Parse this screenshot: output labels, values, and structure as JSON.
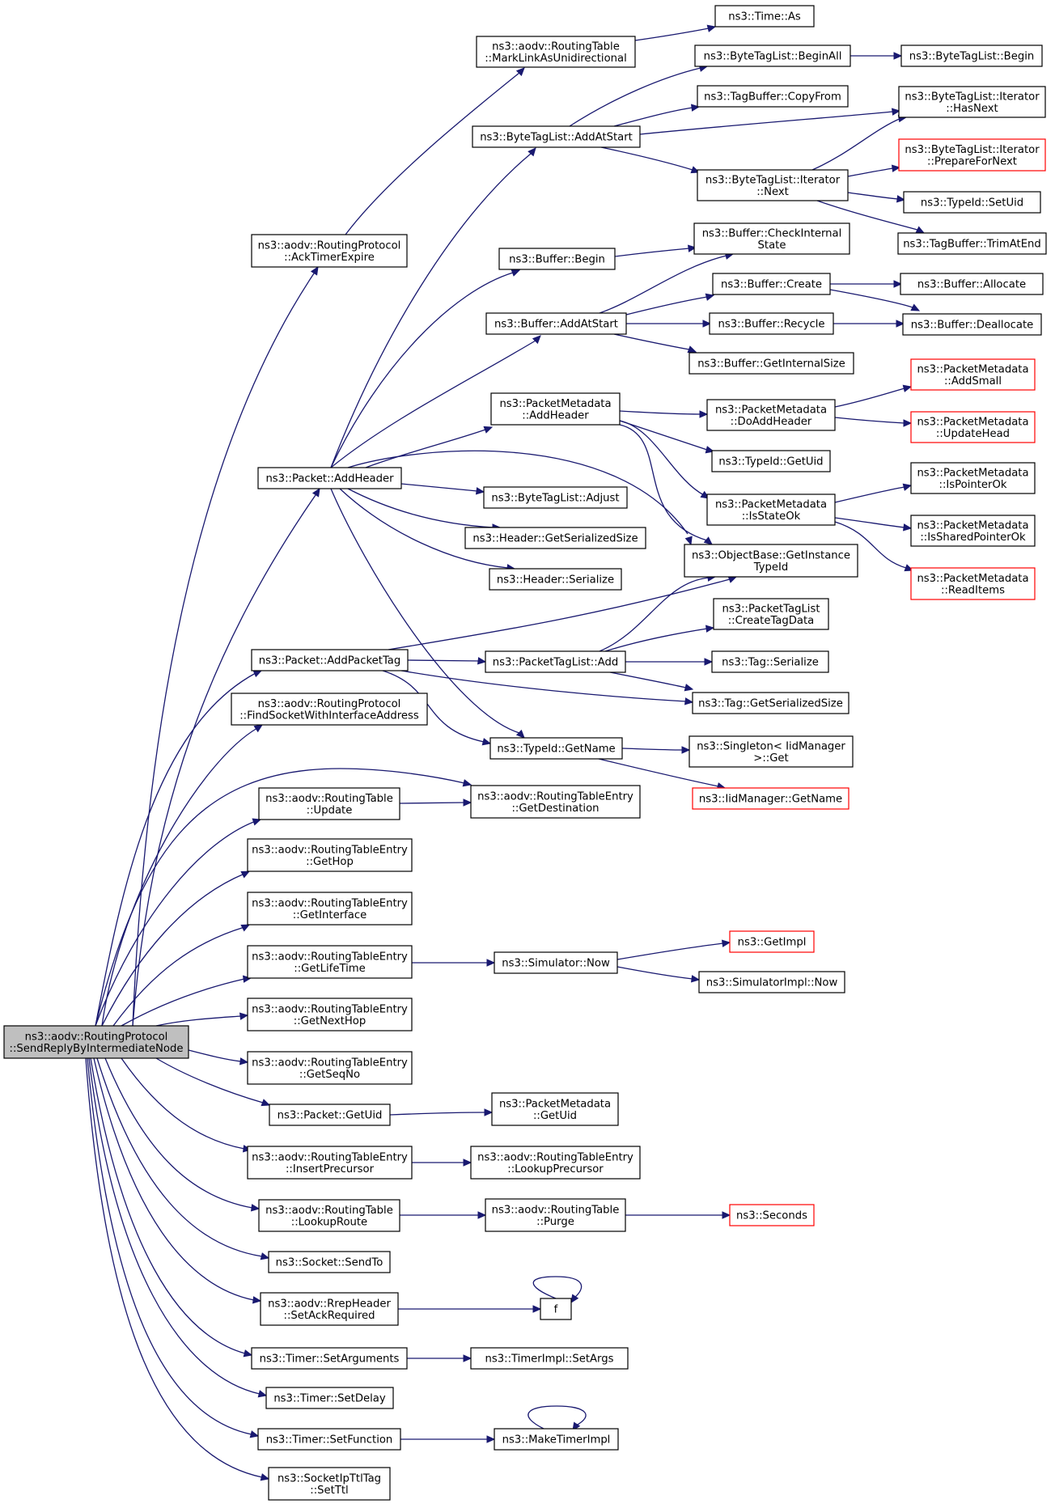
{
  "colors": {
    "edge": "#191970",
    "root_fill": "#bfbfbf",
    "node_border": "#000000",
    "external_border": "#ff0000"
  },
  "nodes": {
    "root": [
      "ns3::aodv::RoutingProtocol",
      "::SendReplyByIntermediateNode"
    ],
    "ackTimerExpire": [
      "ns3::aodv::RoutingProtocol",
      "::AckTimerExpire"
    ],
    "markLink": [
      "ns3::aodv::RoutingTable",
      "::MarkLinkAsUnidirectional"
    ],
    "timeAs": [
      "ns3::Time::As"
    ],
    "btlAddAtStart": [
      "ns3::ByteTagList::AddAtStart"
    ],
    "btlBeginAll": [
      "ns3::ByteTagList::BeginAll"
    ],
    "btlBegin": [
      "ns3::ByteTagList::Begin"
    ],
    "tbCopyFrom": [
      "ns3::TagBuffer::CopyFrom"
    ],
    "btliHasNext": [
      "ns3::ByteTagList::Iterator",
      "::HasNext"
    ],
    "btliNext": [
      "ns3::ByteTagList::Iterator",
      "::Next"
    ],
    "btliPrepare": [
      "ns3::ByteTagList::Iterator",
      "::PrepareForNext"
    ],
    "tidSetUid": [
      "ns3::TypeId::SetUid"
    ],
    "tbTrimAtEnd": [
      "ns3::TagBuffer::TrimAtEnd"
    ],
    "bufBegin": [
      "ns3::Buffer::Begin"
    ],
    "bufCheck": [
      "ns3::Buffer::CheckInternal",
      "State"
    ],
    "bufAddAtStart": [
      "ns3::Buffer::AddAtStart"
    ],
    "bufCreate": [
      "ns3::Buffer::Create"
    ],
    "bufAllocate": [
      "ns3::Buffer::Allocate"
    ],
    "bufRecycle": [
      "ns3::Buffer::Recycle"
    ],
    "bufDeallocate": [
      "ns3::Buffer::Deallocate"
    ],
    "bufGetInternalSize": [
      "ns3::Buffer::GetInternalSize"
    ],
    "pmAddHeader": [
      "ns3::PacketMetadata",
      "::AddHeader"
    ],
    "pmDoAddHeader": [
      "ns3::PacketMetadata",
      "::DoAddHeader"
    ],
    "pmAddSmall": [
      "ns3::PacketMetadata",
      "::AddSmall"
    ],
    "pmUpdateHead": [
      "ns3::PacketMetadata",
      "::UpdateHead"
    ],
    "tidGetUid": [
      "ns3::TypeId::GetUid"
    ],
    "pmIsStateOk": [
      "ns3::PacketMetadata",
      "::IsStateOk"
    ],
    "pmIsPointerOk": [
      "ns3::PacketMetadata",
      "::IsPointerOk"
    ],
    "pmIsSharedPointerOk": [
      "ns3::PacketMetadata",
      "::IsSharedPointerOk"
    ],
    "pmReadItems": [
      "ns3::PacketMetadata",
      "::ReadItems"
    ],
    "pktAddHeader": [
      "ns3::Packet::AddHeader"
    ],
    "btlAdjust": [
      "ns3::ByteTagList::Adjust"
    ],
    "hdrGetSize": [
      "ns3::Header::GetSerializedSize"
    ],
    "hdrSerialize": [
      "ns3::Header::Serialize"
    ],
    "obGetInstance": [
      "ns3::ObjectBase::GetInstance",
      "TypeId"
    ],
    "ptlCreateTagData": [
      "ns3::PacketTagList",
      "::CreateTagData"
    ],
    "pktAddPacketTag": [
      "ns3::Packet::AddPacketTag"
    ],
    "ptlAdd": [
      "ns3::PacketTagList::Add"
    ],
    "tagSerialize": [
      "ns3::Tag::Serialize"
    ],
    "tagGetSize": [
      "ns3::Tag::GetSerializedSize"
    ],
    "findSocket": [
      "ns3::aodv::RoutingProtocol",
      "::FindSocketWithInterfaceAddress"
    ],
    "tidGetName": [
      "ns3::TypeId::GetName"
    ],
    "singletonGet": [
      "ns3::Singleton< IidManager",
      ">::Get"
    ],
    "iidGetName": [
      "ns3::IidManager::GetName"
    ],
    "rtUpdate": [
      "ns3::aodv::RoutingTable",
      "::Update"
    ],
    "rteGetDest": [
      "ns3::aodv::RoutingTableEntry",
      "::GetDestination"
    ],
    "rteGetHop": [
      "ns3::aodv::RoutingTableEntry",
      "::GetHop"
    ],
    "rteGetIface": [
      "ns3::aodv::RoutingTableEntry",
      "::GetInterface"
    ],
    "rteGetLife": [
      "ns3::aodv::RoutingTableEntry",
      "::GetLifeTime"
    ],
    "simNow": [
      "ns3::Simulator::Now"
    ],
    "getImpl": [
      "ns3::GetImpl"
    ],
    "simImplNow": [
      "ns3::SimulatorImpl::Now"
    ],
    "rteGetNextHop": [
      "ns3::aodv::RoutingTableEntry",
      "::GetNextHop"
    ],
    "rteGetSeqNo": [
      "ns3::aodv::RoutingTableEntry",
      "::GetSeqNo"
    ],
    "pktGetUid": [
      "ns3::Packet::GetUid"
    ],
    "pmGetUid": [
      "ns3::PacketMetadata",
      "::GetUid"
    ],
    "rteInsertPrec": [
      "ns3::aodv::RoutingTableEntry",
      "::InsertPrecursor"
    ],
    "rteLookupPrec": [
      "ns3::aodv::RoutingTableEntry",
      "::LookupPrecursor"
    ],
    "rtLookupRoute": [
      "ns3::aodv::RoutingTable",
      "::LookupRoute"
    ],
    "rtPurge": [
      "ns3::aodv::RoutingTable",
      "::Purge"
    ],
    "seconds": [
      "ns3::Seconds"
    ],
    "sockSendTo": [
      "ns3::Socket::SendTo"
    ],
    "rrepSetAck": [
      "ns3::aodv::RrepHeader",
      "::SetAckRequired"
    ],
    "f": [
      "f"
    ],
    "timerSetArgs": [
      "ns3::Timer::SetArguments"
    ],
    "timerImplSetArgs": [
      "ns3::TimerImpl::SetArgs"
    ],
    "timerSetDelay": [
      "ns3::Timer::SetDelay"
    ],
    "timerSetFunction": [
      "ns3::Timer::SetFunction"
    ],
    "makeTimerImpl": [
      "ns3::MakeTimerImpl"
    ],
    "sockIpTtlSetTtl": [
      "ns3::SocketIpTtlTag",
      "::SetTtl"
    ]
  }
}
